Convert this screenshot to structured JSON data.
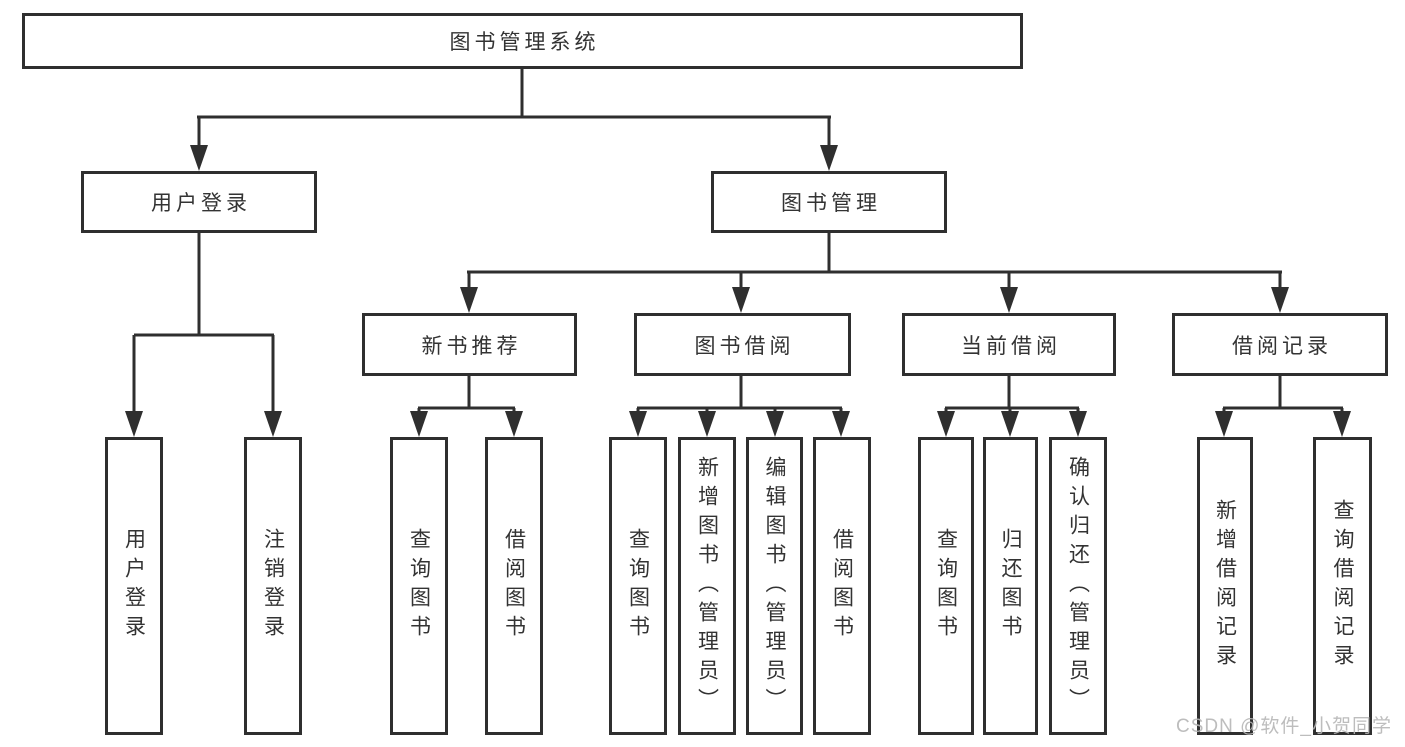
{
  "diagram": {
    "root": {
      "label": "图书管理系统"
    },
    "branches": [
      {
        "label": "用户登录",
        "children": [
          {
            "label": "用户登录"
          },
          {
            "label": "注销登录"
          }
        ]
      },
      {
        "label": "图书管理",
        "children": [
          {
            "label": "新书推荐",
            "children": [
              {
                "label": "查询图书"
              },
              {
                "label": "借阅图书"
              }
            ]
          },
          {
            "label": "图书借阅",
            "children": [
              {
                "label": "查询图书"
              },
              {
                "label": "新增图书（管理员）"
              },
              {
                "label": "编辑图书（管理员）"
              },
              {
                "label": "借阅图书"
              }
            ]
          },
          {
            "label": "当前借阅",
            "children": [
              {
                "label": "查询图书"
              },
              {
                "label": "归还图书"
              },
              {
                "label": "确认归还（管理员）"
              }
            ]
          },
          {
            "label": "借阅记录",
            "children": [
              {
                "label": "新增借阅记录"
              },
              {
                "label": "查询借阅记录"
              }
            ]
          }
        ]
      }
    ]
  },
  "watermark": {
    "text": "CSDN @软件_小贺同学"
  },
  "colors": {
    "line": "#2f2f2f",
    "text": "#333333",
    "watermark": "#b6b6b6",
    "background": "#ffffff"
  }
}
